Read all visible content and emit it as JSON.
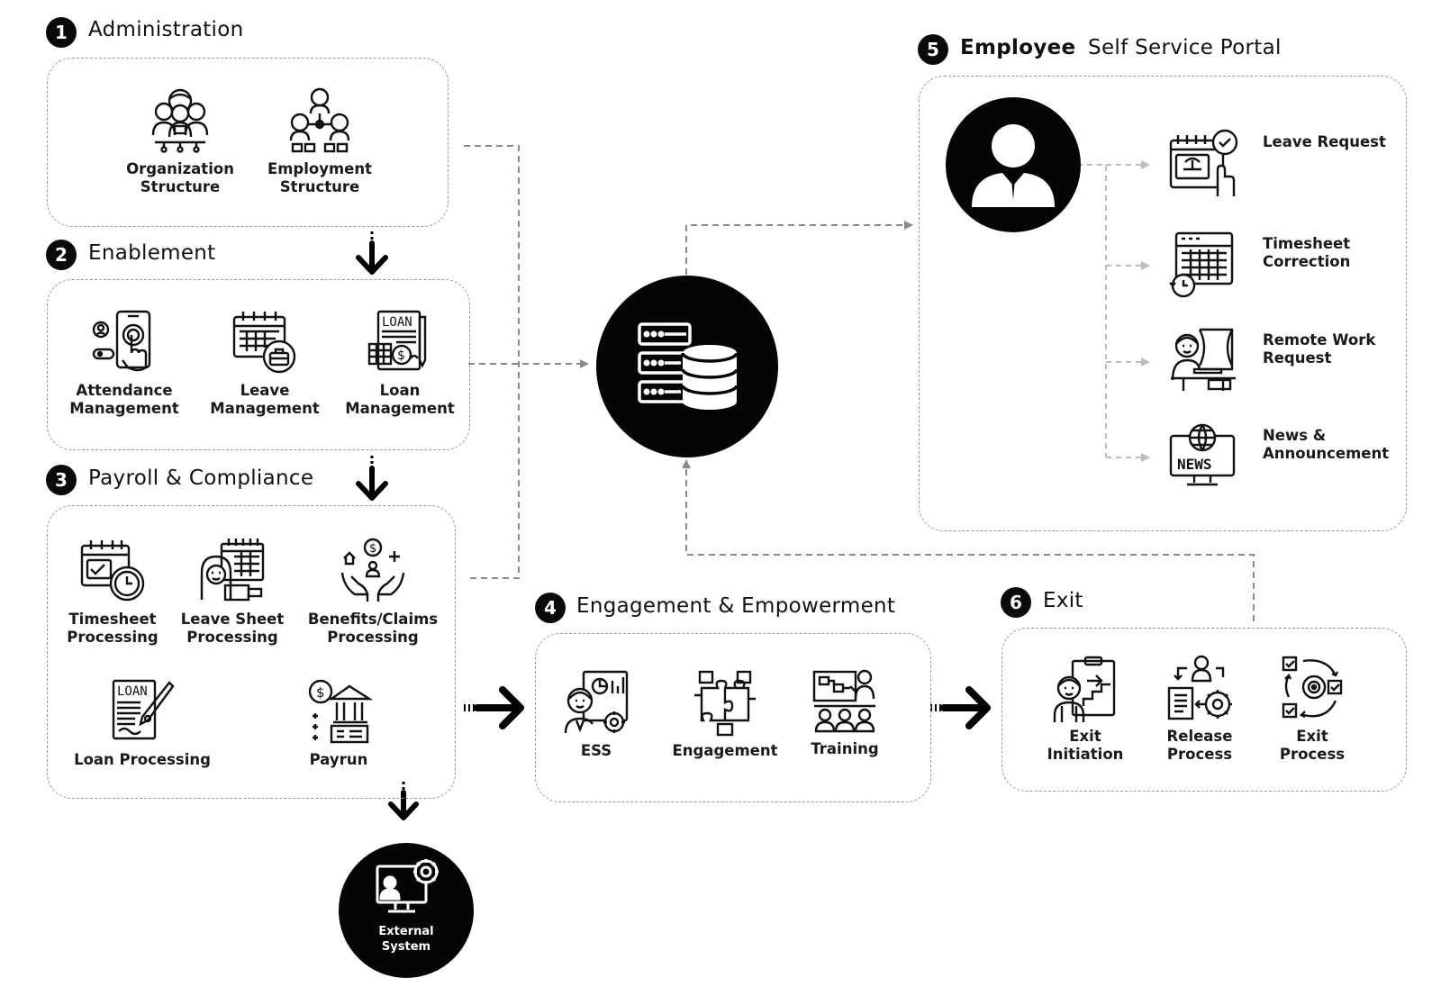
{
  "colors": {
    "ink": "#0a0a0a",
    "dash": "#9a9a9a",
    "background": "#ffffff"
  },
  "sections": {
    "administration": {
      "number": "1",
      "title": "Administration",
      "items": [
        {
          "label": "Organization\nStructure",
          "icon": "organization-structure-icon"
        },
        {
          "label": "Employment\nStructure",
          "icon": "employment-structure-icon"
        }
      ]
    },
    "enablement": {
      "number": "2",
      "title": "Enablement",
      "items": [
        {
          "label": "Attendance\nManagement",
          "icon": "attendance-management-icon"
        },
        {
          "label": "Leave\nManagement",
          "icon": "leave-management-icon"
        },
        {
          "label": "Loan\nManagement",
          "icon": "loan-management-icon"
        }
      ]
    },
    "payroll": {
      "number": "3",
      "title": "Payroll & Compliance",
      "items": [
        {
          "label": "Timesheet\nProcessing",
          "icon": "timesheet-processing-icon"
        },
        {
          "label": "Leave Sheet\nProcessing",
          "icon": "leave-sheet-processing-icon"
        },
        {
          "label": "Benefits/Claims\nProcessing",
          "icon": "benefits-claims-icon"
        },
        {
          "label": "Loan Processing",
          "icon": "loan-processing-icon"
        },
        {
          "label": "Payrun",
          "icon": "payrun-icon"
        }
      ]
    },
    "engagement": {
      "number": "4",
      "title": "Engagement & Empowerment",
      "items": [
        {
          "label": "ESS",
          "icon": "ess-icon"
        },
        {
          "label": "Engagement",
          "icon": "engagement-puzzle-icon"
        },
        {
          "label": "Training",
          "icon": "training-icon"
        }
      ]
    },
    "ess_portal": {
      "number": "5",
      "title_bold": "Employee",
      "title_light": "Self Service Portal",
      "items": [
        {
          "label": "Leave Request",
          "icon": "leave-request-icon"
        },
        {
          "label": "Timesheet\nCorrection",
          "icon": "timesheet-correction-icon"
        },
        {
          "label": "Remote Work\nRequest",
          "icon": "remote-work-icon"
        },
        {
          "label": "News &\nAnnouncement",
          "icon": "news-icon"
        }
      ]
    },
    "exit": {
      "number": "6",
      "title": "Exit",
      "items": [
        {
          "label": "Exit\nInitiation",
          "icon": "exit-initiation-icon"
        },
        {
          "label": "Release\nProcess",
          "icon": "release-process-icon"
        },
        {
          "label": "Exit\nProcess",
          "icon": "exit-process-icon"
        }
      ]
    }
  },
  "central": {
    "icon": "database-server-icon"
  },
  "user": {
    "icon": "user-avatar-icon"
  },
  "external": {
    "label": "External\nSystem",
    "icon": "external-system-icon"
  }
}
